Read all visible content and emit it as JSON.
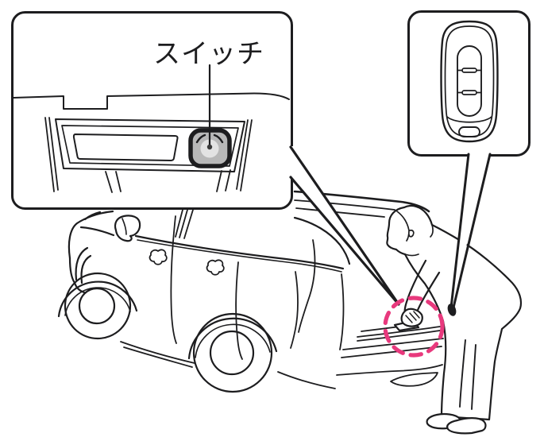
{
  "figure": {
    "type": "vehicle-owners-manual-illustration",
    "callout_switch": {
      "label": "スイッチ"
    },
    "elements": {
      "switch_inset": "tailgate-switch-closeup-inset",
      "keyfob_inset": "smart-key-fob-inset",
      "vehicle": "suv-rear-three-quarter-line-drawing",
      "person": "person-bending-at-tailgate",
      "highlight": "dashed-circle-on-tailgate-handle",
      "keyfob_location_marker": "black-dot-at-hip-pocket"
    }
  },
  "colors": {
    "bg_color": "#ffffff",
    "line_color": "#1d1d1f",
    "highlight_color": "#e8397d",
    "switch_fill": "#b8b8b8",
    "switch_center": "#e3e3e3",
    "leader_dot": "#3a3a3a"
  }
}
